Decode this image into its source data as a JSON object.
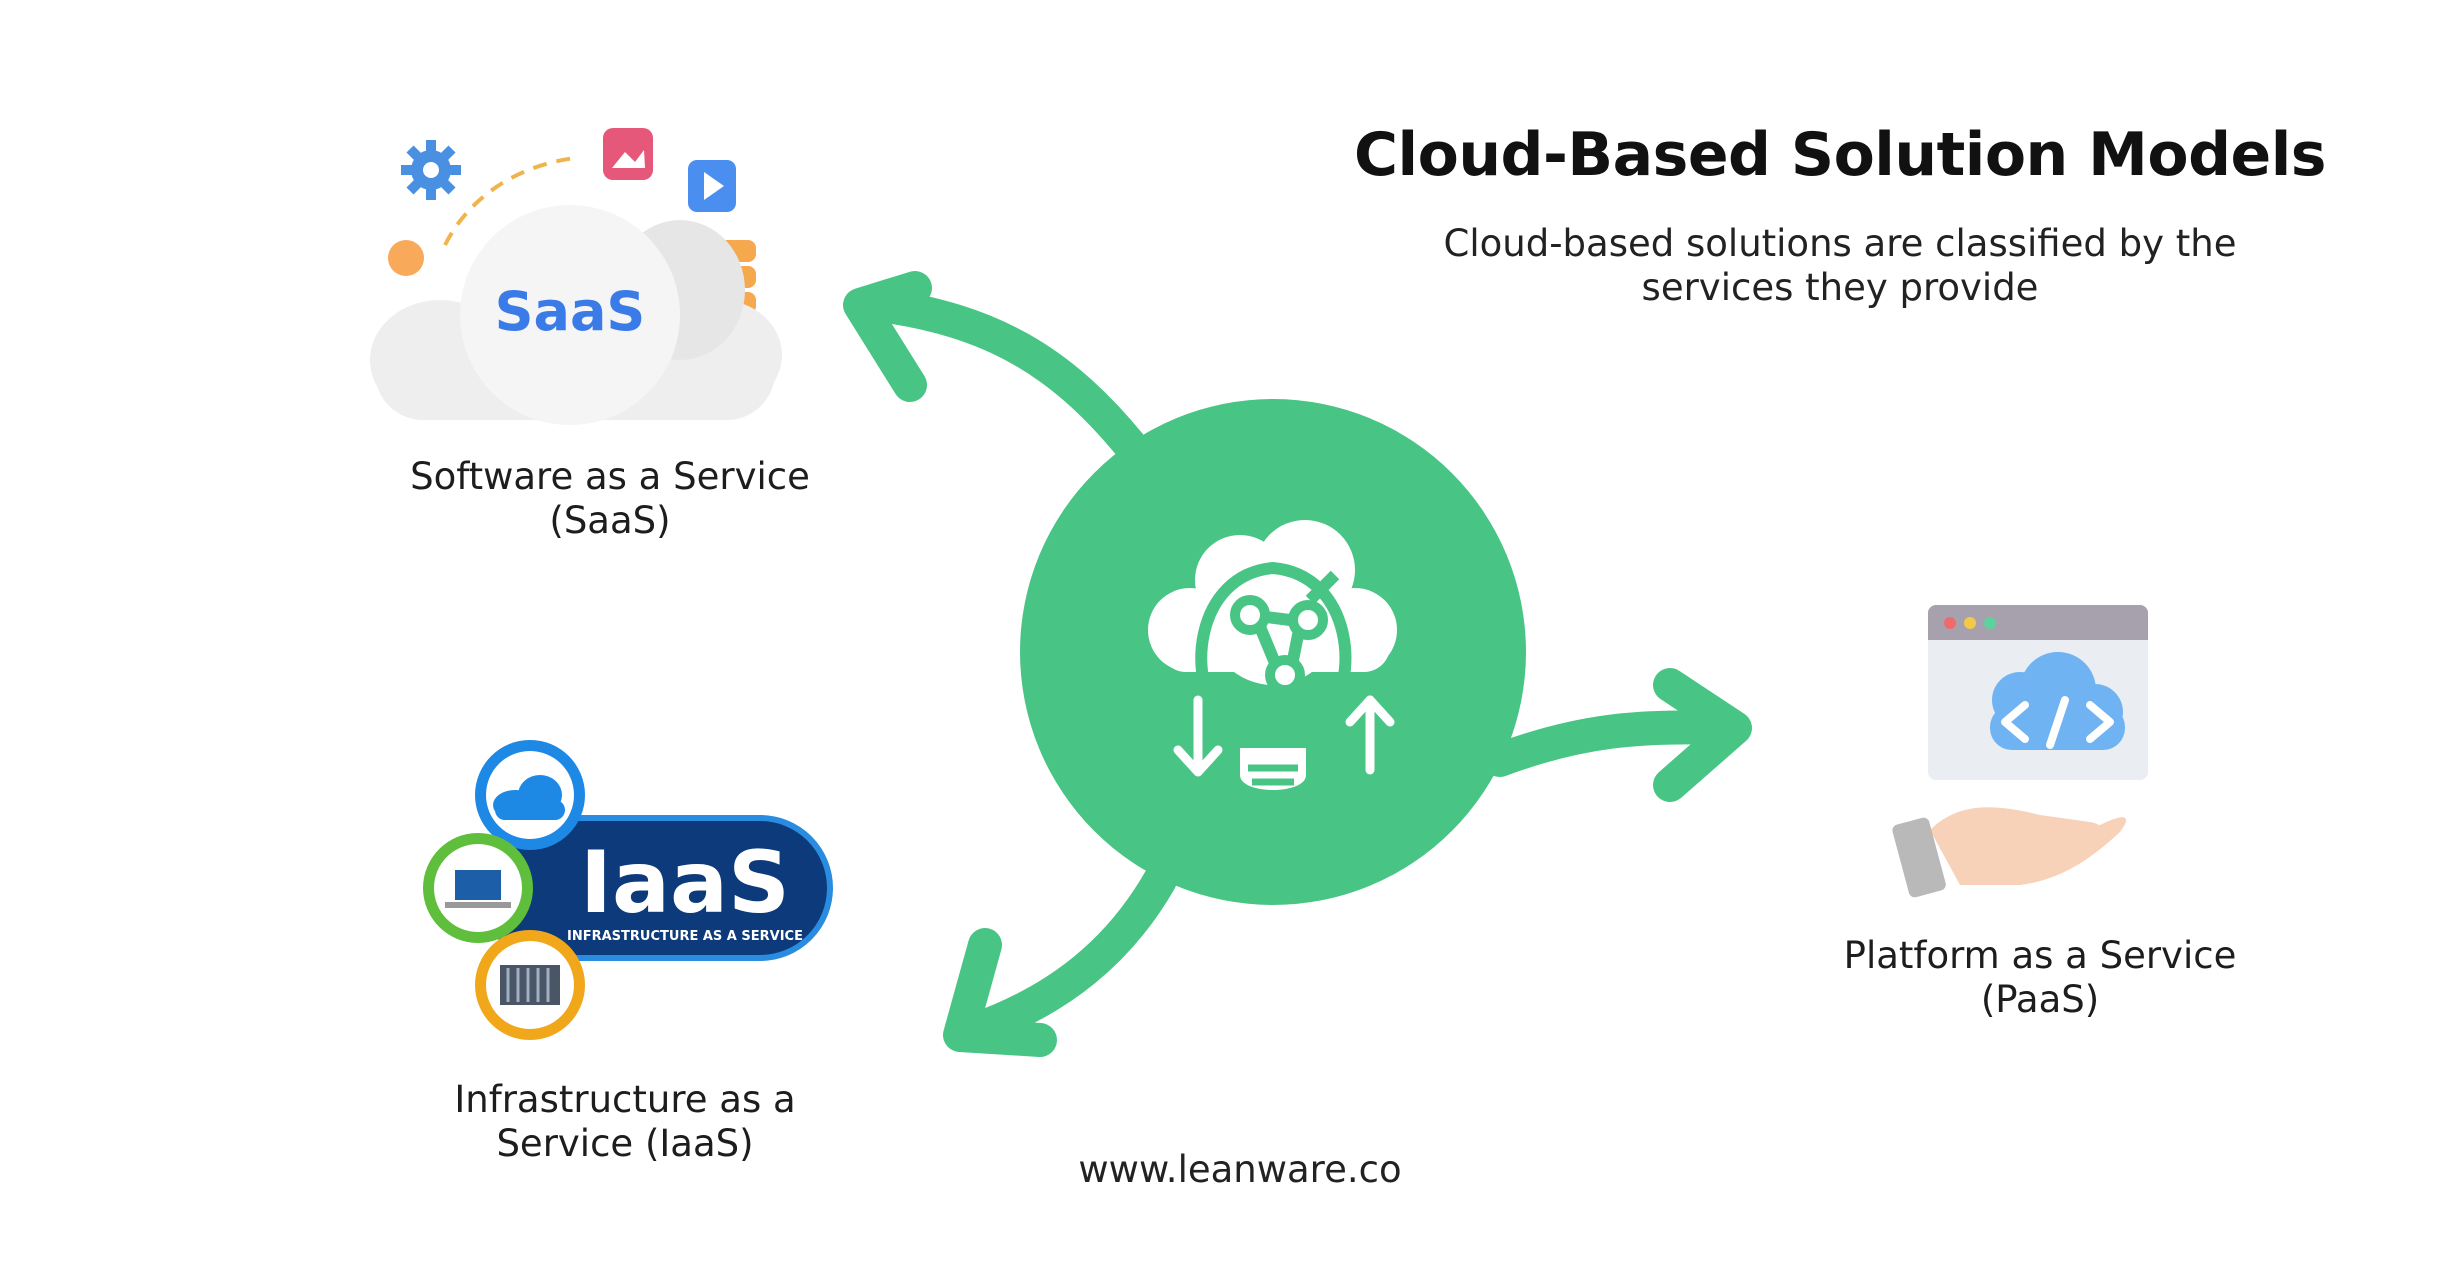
{
  "title": "Cloud-Based Solution Models",
  "subtitle": "Cloud-based solutions are classified by the services they provide",
  "models": {
    "saas": {
      "label": "Software as a Service (SaaS)",
      "icon_text": "SaaS"
    },
    "iaas": {
      "label": "Infrastructure as a Service (IaaS)",
      "icon_text": "IaaS",
      "icon_subtext": "INFRASTRUCTURE AS A SERVICE"
    },
    "paas": {
      "label": "Platform as a Service (PaaS)"
    }
  },
  "website": "www.leanware.co",
  "colors": {
    "accent_green": "#48c585",
    "saas_blue": "#3b7be8",
    "iaas_navy": "#0d3a7a",
    "paas_cloud": "#6fb3f2"
  }
}
